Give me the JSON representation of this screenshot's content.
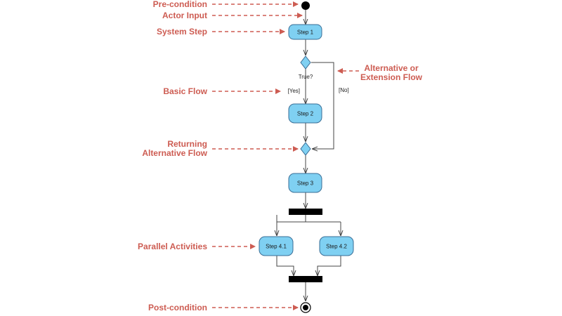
{
  "colors": {
    "annotation": "#cd5c52",
    "step_fill": "#7fd0f2",
    "step_stroke": "#3a6e96",
    "line": "#444444",
    "bar": "#000000"
  },
  "annotations": {
    "pre_condition": "Pre-condition",
    "actor_input": "Actor Input",
    "system_step": "System Step",
    "alt_line1": "Alternative or",
    "alt_line2": "Extension Flow",
    "basic_flow": "Basic Flow",
    "returning_line1": "Returning",
    "returning_line2": "Alternative Flow",
    "parallel_activities": "Parallel Activities",
    "post_condition": "Post-condition"
  },
  "activities": {
    "step1": "Step 1",
    "step2": "Step 2",
    "step3": "Step 3",
    "step41": "Step 4.1",
    "step42": "Step 4.2"
  },
  "guards": {
    "question": "True?",
    "yes": "[Yes]",
    "no": "[No]"
  }
}
